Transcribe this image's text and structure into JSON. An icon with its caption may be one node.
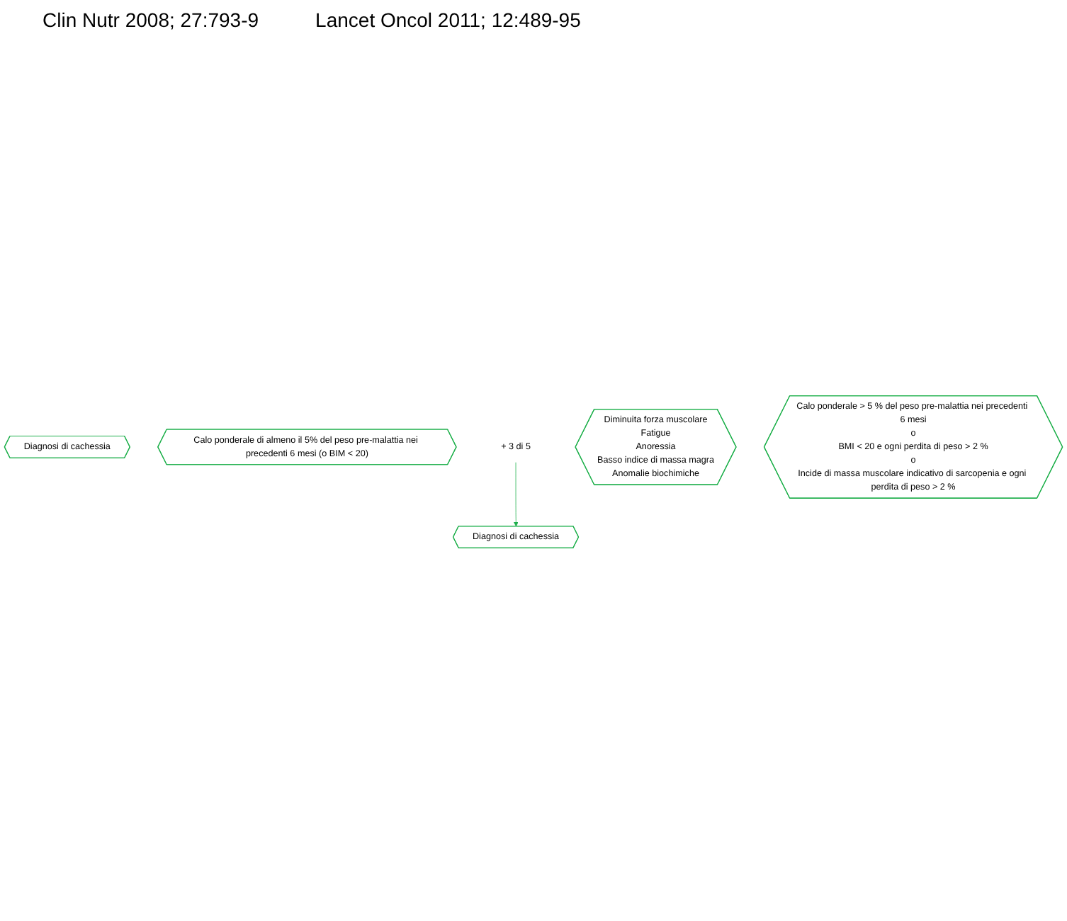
{
  "diagram": {
    "nodes": [
      {
        "text": [
          "Diagnosi di cachessia"
        ]
      },
      {
        "text": [
          "Calo ponderale di almeno il 5% del peso pre-malattia nei precedenti 6 mesi (o BIM < 20)"
        ]
      },
      {
        "text": [
          "+ 3 di 5"
        ]
      },
      {
        "text": [
          "Diminuita forza muscolare",
          "Fatigue",
          "Anoressia",
          "Basso indice di massa magra",
          "Anomalie biochimiche"
        ]
      },
      {
        "text": [
          "Diagnosi di cachessia"
        ]
      },
      {
        "text": [
          "Calo ponderale > 5 % del peso pre-malattia nei precedenti 6 mesi",
          "o",
          "BMI < 20 e ogni perdita di peso > 2 %",
          "o",
          "Incide di massa muscolare indicativo di sarcopenia e ogni perdita di peso > 2 %"
        ]
      }
    ],
    "edges": [
      {
        "from": 2,
        "to": 4,
        "arrow": "to",
        "color": "#1fb04c"
      }
    ],
    "labels": [
      "Clin Nutr 2008; 27:793-9",
      "Lancet Oncol 2011; 12:489-95"
    ]
  }
}
